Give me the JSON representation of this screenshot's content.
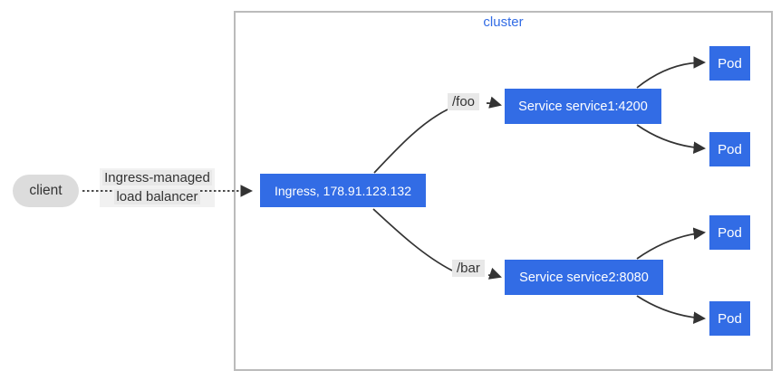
{
  "colors": {
    "bg": "#ffffff",
    "node_fill": "#326ce5",
    "node_text": "#ffffff",
    "client_fill": "#dcdcdc",
    "client_text": "#333333",
    "cluster_border": "#bbbbbb",
    "cluster_title": "#326ce5",
    "edge_stroke": "#333333",
    "edge_label_bg": "#e8e8e8",
    "edge_label_outer": "#f1f1f1",
    "edge_label_text": "#333333"
  },
  "cluster": {
    "label": "cluster"
  },
  "nodes": {
    "client": "client",
    "ingress": "Ingress, 178.91.123.132",
    "service1": "Service service1:4200",
    "service2": "Service service2:8080",
    "pods": [
      "Pod",
      "Pod",
      "Pod",
      "Pod"
    ]
  },
  "edge_labels": {
    "load_balancer_line1": "Ingress-managed",
    "load_balancer_line2": "load balancer",
    "foo": "/foo",
    "bar": "/bar"
  }
}
